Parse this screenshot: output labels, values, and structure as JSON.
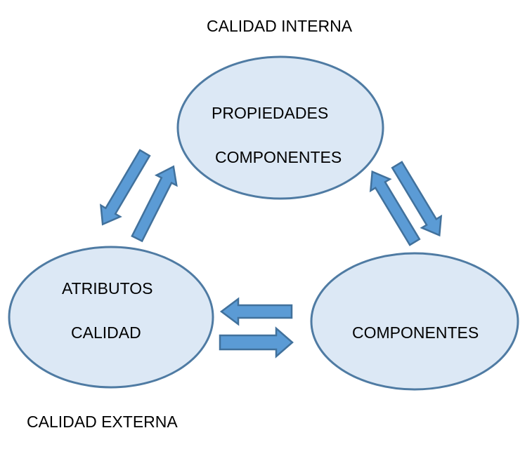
{
  "title_internal": "CALIDAD INTERNA",
  "title_external": "CALIDAD EXTERNA",
  "top_node": {
    "line1": "PROPIEDADES",
    "line2": "COMPONENTES"
  },
  "left_node": {
    "line1": "ATRIBUTOS",
    "line2": "CALIDAD"
  },
  "right_node": {
    "line1": "COMPONENTES"
  },
  "colors": {
    "ellipse_fill": "#dce8f5",
    "ellipse_stroke": "#4f7ba3",
    "arrow_fill": "#5b9bd5",
    "arrow_stroke": "#41719c"
  }
}
